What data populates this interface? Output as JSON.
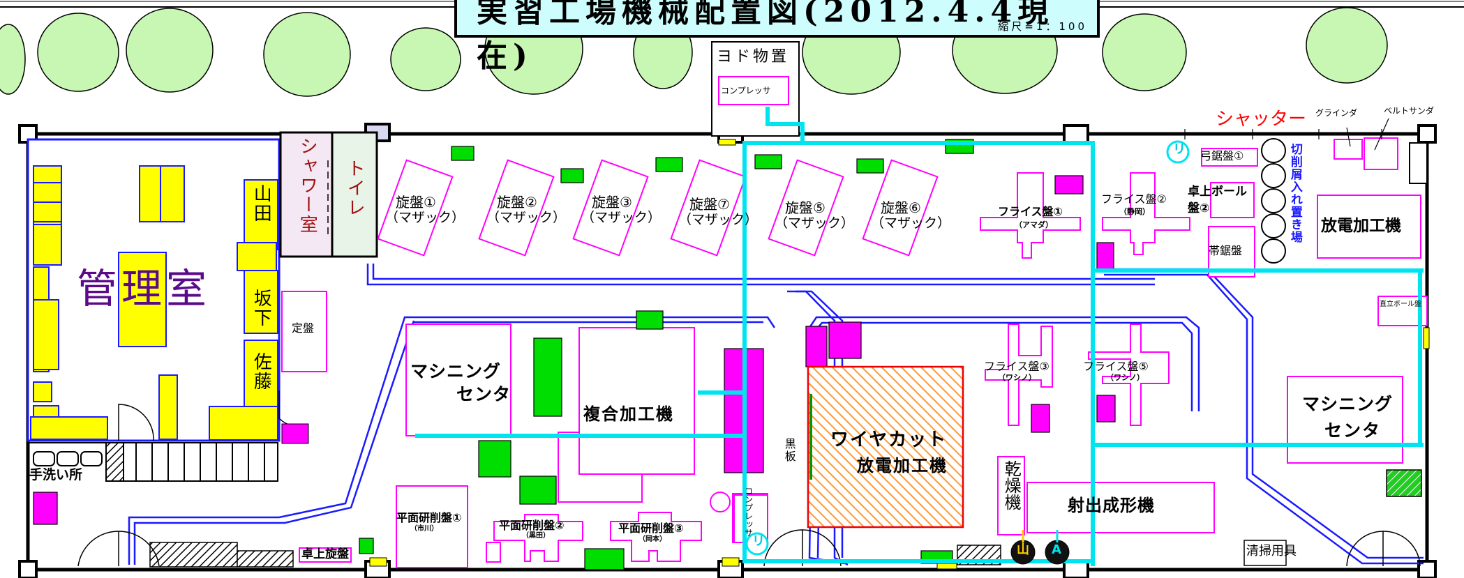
{
  "title": {
    "main": "実習工場機械配置図(2012.4.4現在)",
    "scale": "縮尺=1：100"
  },
  "rooms": {
    "office": "管理室",
    "shower": "シャワー室",
    "toilet": "トイレ",
    "yodo": "ヨド物置",
    "handwash": "手洗い所",
    "chip_area": "切削屑入れ置き場",
    "blackboard": "黒板"
  },
  "staff": {
    "yamada": "山田",
    "sakashita": "坂下",
    "sato": "佐藤"
  },
  "machines": {
    "compressor_top": "コンプレッサ",
    "compressor_bottom": "コンプレッサ",
    "lathe1": "旋盤①",
    "lathe2": "旋盤②",
    "lathe3": "旋盤③",
    "lathe7": "旋盤⑦",
    "lathe5": "旋盤⑤",
    "lathe6": "旋盤⑥",
    "mazak": "（マザック）",
    "mill1": "フライス盤①",
    "mill1_maker": "（アマダ）",
    "mill2": "フライス盤②",
    "mill2_maker": "（静岡）",
    "mill3": "フライス盤③",
    "mill3_maker": "（ワシノ）",
    "mill5": "フライス盤⑤",
    "mill5_maker": "（ワシノ）",
    "bow_saw": "弓鋸盤①",
    "drill2": "卓上ボール盤②",
    "band_saw": "帯鋸盤",
    "edm": "放電加工機",
    "upright_drill": "直立ボール盤",
    "grinder": "グラインダ",
    "belt_sander": "ベルトサンダ",
    "surface_plate": "定盤",
    "mc_left_1": "マシニング",
    "mc_left_2": "センタ",
    "multi": "複合加工機",
    "wire_1": "ワイヤカット",
    "wire_2": "放電加工機",
    "dryer": "乾燥機",
    "injection": "射出成形機",
    "mc_right_1": "マシニング",
    "mc_right_2": "センタ",
    "sg1": "平面研削盤①",
    "sg1_by": "（市川）",
    "sg2": "平面研削盤②",
    "sg2_by": "（黒田）",
    "sg3": "平面研削盤③",
    "sg3_by": "（岡本）",
    "desk_lathe": "卓上旋盤",
    "cleaning": "清掃用具"
  },
  "markers": {
    "shutter": "シャッター",
    "ri": "リ",
    "yama": "山",
    "a": "A"
  },
  "colors": {
    "cyan_pipe": "#00e4f0",
    "magenta": "#ff00ff",
    "green": "#00dd00",
    "yellow": "#ffff00",
    "blue_wall": "#1a1aff",
    "tree": "#c8f7b4",
    "title_bg": "#cdfdfd"
  }
}
